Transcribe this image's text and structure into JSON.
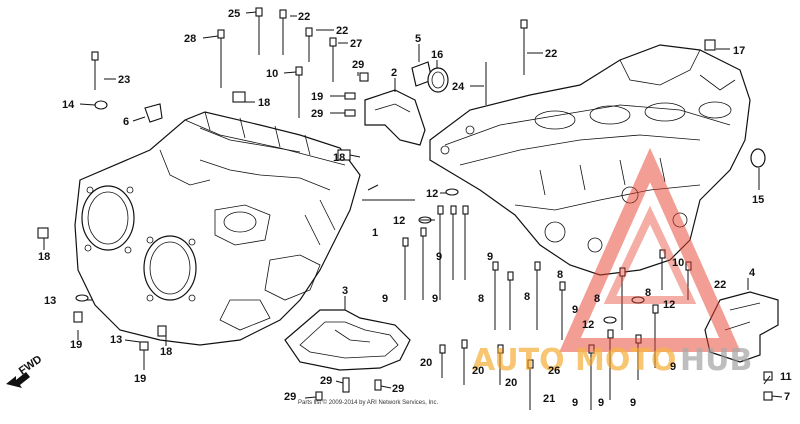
{
  "callouts": [
    {
      "id": "c25",
      "text": "25"
    },
    {
      "id": "c22a",
      "text": "22"
    },
    {
      "id": "c22b",
      "text": "22"
    },
    {
      "id": "c28",
      "text": "28"
    },
    {
      "id": "c27",
      "text": "27"
    },
    {
      "id": "c5",
      "text": "5"
    },
    {
      "id": "c16",
      "text": "16"
    },
    {
      "id": "c22c",
      "text": "22"
    },
    {
      "id": "c17",
      "text": "17"
    },
    {
      "id": "c23",
      "text": "23"
    },
    {
      "id": "c10a",
      "text": "10"
    },
    {
      "id": "c29a",
      "text": "29"
    },
    {
      "id": "c2",
      "text": "2"
    },
    {
      "id": "c24",
      "text": "24"
    },
    {
      "id": "c14",
      "text": "14"
    },
    {
      "id": "c18a",
      "text": "18"
    },
    {
      "id": "c19a",
      "text": "19"
    },
    {
      "id": "c29b",
      "text": "29"
    },
    {
      "id": "c6",
      "text": "6"
    },
    {
      "id": "c18b",
      "text": "18"
    },
    {
      "id": "c15",
      "text": "15"
    },
    {
      "id": "c12a",
      "text": "12"
    },
    {
      "id": "c12b",
      "text": "12"
    },
    {
      "id": "c1",
      "text": "1"
    },
    {
      "id": "c18c",
      "text": "18"
    },
    {
      "id": "c9a",
      "text": "9"
    },
    {
      "id": "c9b",
      "text": "9"
    },
    {
      "id": "c10b",
      "text": "10"
    },
    {
      "id": "c4",
      "text": "4"
    },
    {
      "id": "c3",
      "text": "3"
    },
    {
      "id": "c8a",
      "text": "8"
    },
    {
      "id": "c8b",
      "text": "8"
    },
    {
      "id": "c8c",
      "text": "8"
    },
    {
      "id": "c8d",
      "text": "8"
    },
    {
      "id": "c8e",
      "text": "8"
    },
    {
      "id": "c22d",
      "text": "22"
    },
    {
      "id": "c13a",
      "text": "13"
    },
    {
      "id": "c9c",
      "text": "9"
    },
    {
      "id": "c9d",
      "text": "9"
    },
    {
      "id": "c12c",
      "text": "12"
    },
    {
      "id": "c19b",
      "text": "19"
    },
    {
      "id": "c13b",
      "text": "13"
    },
    {
      "id": "c18d",
      "text": "18"
    },
    {
      "id": "c12d",
      "text": "12"
    },
    {
      "id": "c9e",
      "text": "9"
    },
    {
      "id": "c20a",
      "text": "20"
    },
    {
      "id": "c20b",
      "text": "20"
    },
    {
      "id": "c20c",
      "text": "20"
    },
    {
      "id": "c26",
      "text": "26"
    },
    {
      "id": "c9f",
      "text": "9"
    },
    {
      "id": "c19c",
      "text": "19"
    },
    {
      "id": "c11",
      "text": "11"
    },
    {
      "id": "c29c",
      "text": "29"
    },
    {
      "id": "c29d",
      "text": "29"
    },
    {
      "id": "c29e",
      "text": "29"
    },
    {
      "id": "c21",
      "text": "21"
    },
    {
      "id": "c9g",
      "text": "9"
    },
    {
      "id": "c9h",
      "text": "9"
    },
    {
      "id": "c9i",
      "text": "9"
    },
    {
      "id": "c7",
      "text": "7"
    }
  ],
  "fwd_label": "FWD",
  "copyright": "Parts list © 2009-2014 by ARI Network Services, Inc.",
  "watermark": {
    "auto": "AUTO",
    "moto": "MOTO",
    "hub": "HUB",
    "color_red": "#e8412d",
    "color_orange": "#f5a623",
    "color_gray": "#9a9a9a"
  }
}
